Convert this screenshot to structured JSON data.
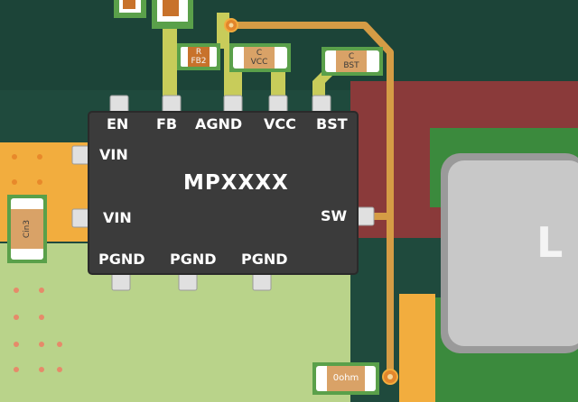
{
  "chip": {
    "name": "MPXXXX",
    "pins": {
      "en": "EN",
      "fb": "FB",
      "agnd": "AGND",
      "vcc": "VCC",
      "bst": "BST",
      "vin_1": "VIN",
      "vin_2": "VIN",
      "sw": "SW",
      "pgnd_1": "PGND",
      "pgnd_2": "PGND",
      "pgnd_3": "PGND"
    }
  },
  "components": {
    "r_fb2": {
      "line1": "R",
      "line2": "FB2"
    },
    "c_vcc": {
      "line1": "C",
      "line2": "VCC"
    },
    "c_bst": {
      "line1": "C",
      "line2": "BST"
    },
    "c_in3": "Cin3",
    "r_0ohm": "0ohm",
    "inductor": "L"
  },
  "colors": {
    "board": "#1f4a3d",
    "chip_body": "#3b3b3b",
    "vin_copper": "#f2ad3e",
    "gnd_copper": "#b9d38a",
    "sw_plane": "#8a3a3a",
    "sw_trace": "#d59c45",
    "signal_trace": "#c8cc5a"
  }
}
